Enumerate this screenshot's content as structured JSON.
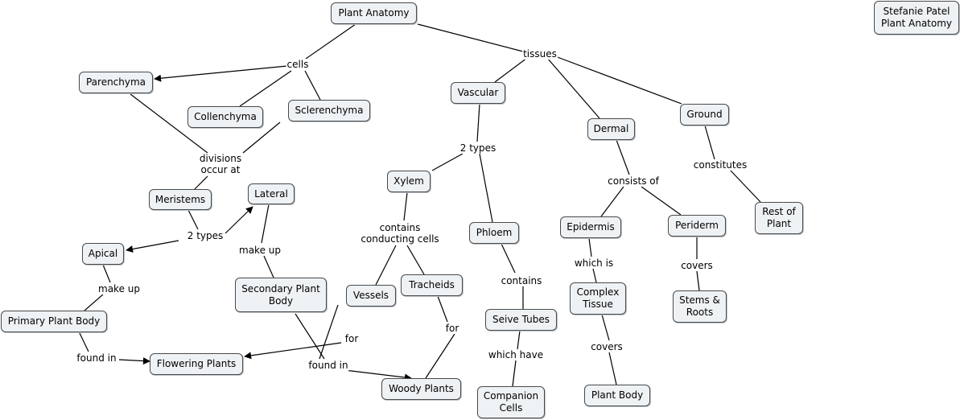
{
  "nodes": {
    "plant_anatomy": "Plant Anatomy",
    "author": "Stefanie Patel\nPlant Anatomy",
    "parenchyma": "Parenchyma",
    "collenchyma": "Collenchyma",
    "sclerenchyma": "Sclerenchyma",
    "vascular": "Vascular",
    "dermal": "Dermal",
    "ground": "Ground",
    "meristems": "Meristems",
    "lateral": "Lateral",
    "xylem": "Xylem",
    "apical": "Apical",
    "phloem": "Phloem",
    "epidermis": "Epidermis",
    "periderm": "Periderm",
    "rest_of_plant": "Rest of\nPlant",
    "secondary_plant_body": "Secondary Plant\nBody",
    "vessels": "Vessels",
    "tracheids": "Tracheids",
    "complex_tissue": "Complex\nTissue",
    "stems_roots": "Stems &\nRoots",
    "primary_plant_body": "Primary Plant Body",
    "seive_tubes": "Seive Tubes",
    "flowering_plants": "Flowering Plants",
    "woody_plants": "Woody Plants",
    "plant_body": "Plant Body",
    "companion_cells": "Companion\nCells"
  },
  "links": {
    "cells": "cells",
    "tissues": "tissues",
    "divisions_occur_at": "divisions\noccur at",
    "two_types_vascular": "2 types",
    "two_types_meristems": "2 types",
    "constitutes": "constitutes",
    "consists_of": "consists of",
    "contains_conducting_cells": "contains\nconducting cells",
    "make_up_lateral": "make up",
    "make_up_apical": "make up",
    "which_is": "which is",
    "covers_periderm": "covers",
    "contains_phloem": "contains",
    "for_tracheids": "for",
    "for_vessels": "for",
    "found_in_primary": "found in",
    "found_in_secondary": "found in",
    "which_have": "which have",
    "covers_complex": "covers"
  },
  "colors": {
    "node_fill": "#eef2f5",
    "node_border": "#4a4a4a",
    "line": "#000000"
  }
}
